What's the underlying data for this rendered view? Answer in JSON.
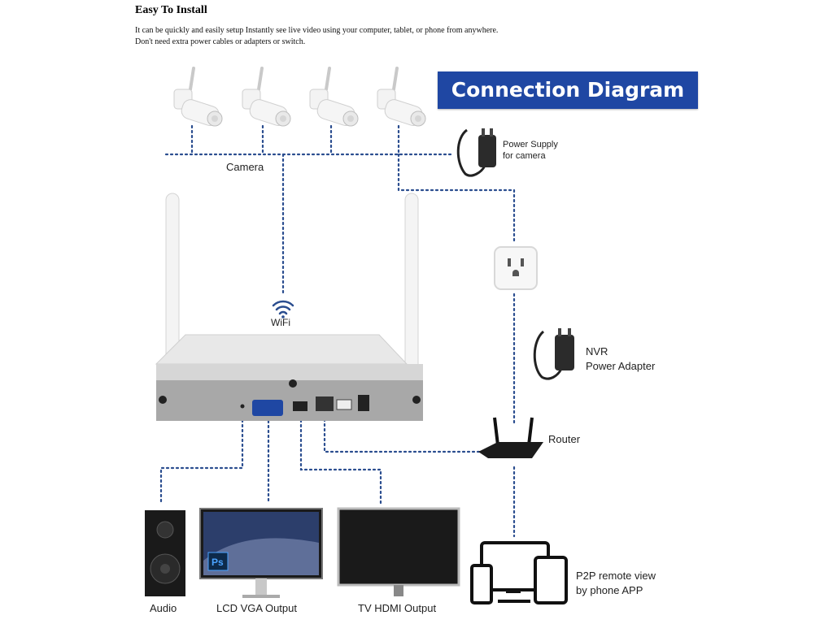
{
  "header": {
    "title": "Easy To Install",
    "line1": " It can be quickly and easily setup Instantly see live video using your computer, tablet, or phone from anywhere.",
    "line2": "Don't need extra power cables or adapters or switch."
  },
  "diagram": {
    "banner": "Connection Diagram",
    "camera_label": "Camera",
    "power_supply_label_1": "Power Supply",
    "power_supply_label_2": "for camera",
    "wifi_label": "WiFi",
    "nvr_adapter_label_1": "NVR",
    "nvr_adapter_label_2": "Power Adapter",
    "router_label": "Router",
    "audio_label": "Audio",
    "vga_label": "LCD VGA Output",
    "hdmi_label": "TV HDMI Output",
    "p2p_label_1": "P2P remote view",
    "p2p_label_2": "by phone APP",
    "ps_badge": "Ps",
    "banner_color": "#1f47a3",
    "line_color": "#2a4d8f"
  }
}
